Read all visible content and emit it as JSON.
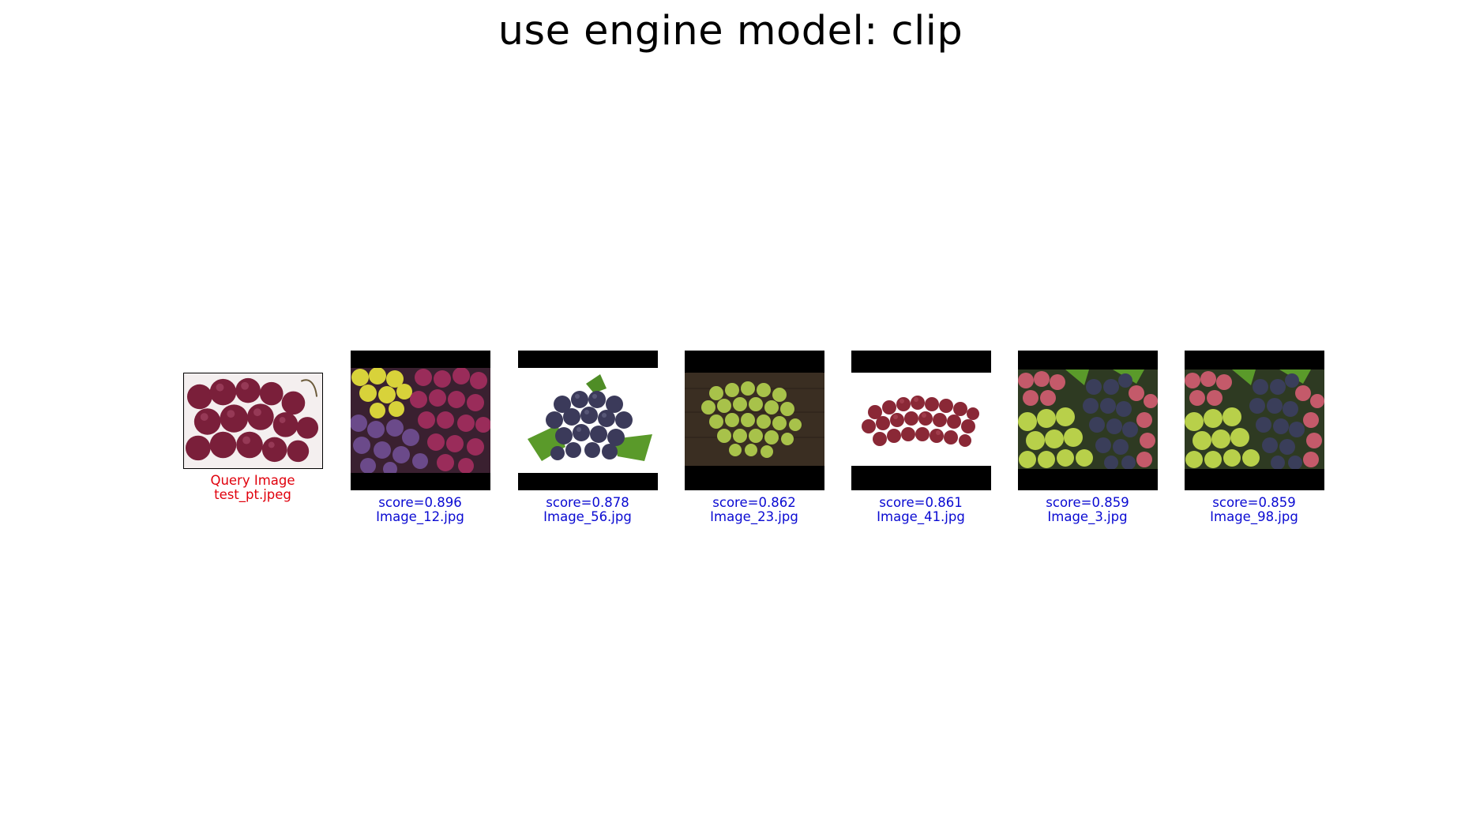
{
  "title": "use engine model: clip",
  "query": {
    "label": "Query Image",
    "filename": "test_pt.jpeg",
    "color": "#e0000c"
  },
  "results": [
    {
      "score_text": "score=0.896",
      "filename": "Image_12.jpg"
    },
    {
      "score_text": "score=0.878",
      "filename": "Image_56.jpg"
    },
    {
      "score_text": "score=0.862",
      "filename": "Image_23.jpg"
    },
    {
      "score_text": "score=0.861",
      "filename": "Image_41.jpg"
    },
    {
      "score_text": "score=0.859",
      "filename": "Image_3.jpg"
    },
    {
      "score_text": "score=0.859",
      "filename": "Image_98.jpg"
    }
  ],
  "colors": {
    "query_caption": "#e0000c",
    "result_caption": "#0a0ad2",
    "background": "#ffffff",
    "letterbox": "#000000"
  }
}
